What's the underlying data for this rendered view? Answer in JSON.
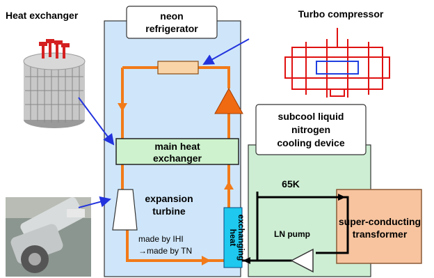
{
  "labels": {
    "heat_exchanger": "Heat exchanger",
    "neon_refrigerator_1": "neon",
    "neon_refrigerator_2": "refrigerator",
    "turbo_compressor": "Turbo compressor",
    "subcool_1": "subcool liquid",
    "subcool_2": "nitrogen",
    "subcool_3": "cooling device",
    "main_hx_1": "main heat",
    "main_hx_2": "exchanger",
    "expansion_1": "expansion",
    "expansion_2": "turbine",
    "made_by_ihi": "made by IHI",
    "made_by_tn": "→made by TN",
    "temp_65k": "65K",
    "heat_exchanging_1": "heat",
    "heat_exchanging_2": "exchanging",
    "ln_pump": "LN pump",
    "sc_transformer_1": "super-conducting",
    "sc_transformer_2": "transformer"
  },
  "colors": {
    "neon_box_fill": "#cfe6fa",
    "neon_box_border": "#333333",
    "ln_box_fill": "#cdeed3",
    "main_hx_fill": "#cdf2cd",
    "transformer_fill": "#f7c49f",
    "transformer_border": "#8a5a36",
    "hx_column_fill": "#1ec8ee",
    "orange_loop": "#f27a18",
    "blue_arrow": "#2233dd",
    "compressor_red": "#e01010"
  },
  "icons": {
    "heat_exchanger_photo": "heat-exchanger-photo-icon",
    "turbo_compressor_drawing": "turbo-compressor-drawing-icon",
    "expansion_turbine_photo": "expansion-turbine-photo-icon",
    "compressor_triangle": "compressor-triangle-icon",
    "ln_pump_triangle": "pump-triangle-icon"
  }
}
